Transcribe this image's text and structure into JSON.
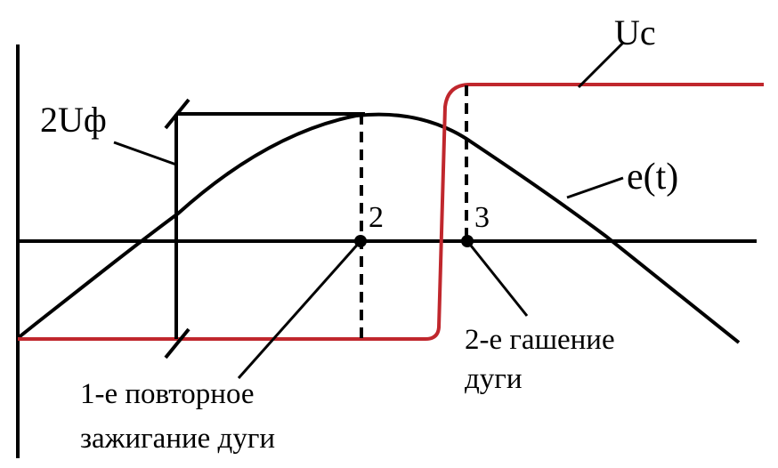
{
  "labels": {
    "uc": "Uc",
    "two_uf": "2Uф",
    "et": "e(t)",
    "point2": "2",
    "point3": "3",
    "reignition_line1": "1-е повторное",
    "reignition_line2": "зажигание дуги",
    "extinction_line1": "2-е гашение",
    "extinction_line2": "дуги"
  },
  "colors": {
    "curve_black": "#000000",
    "uc_red": "#c0272d",
    "background": "#ffffff"
  }
}
